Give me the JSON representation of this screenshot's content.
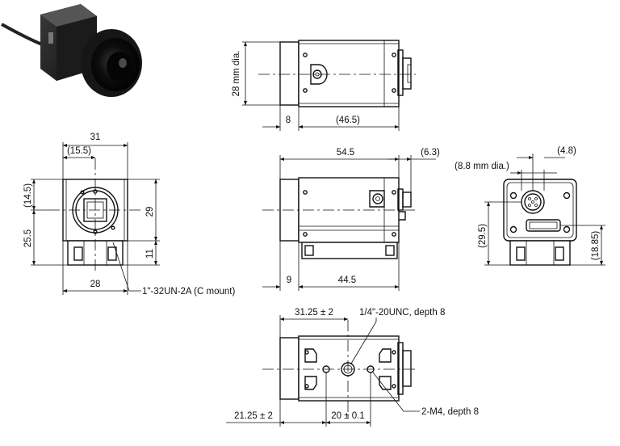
{
  "top_view": {
    "dia_label": "28 mm dia.",
    "dim_left": "8",
    "dim_body": "(46.5)"
  },
  "front_view": {
    "width": "31",
    "half_width": "(15.5)",
    "upper_offset": "(14.5)",
    "lower_height": "25.5",
    "body_height": "29",
    "foot_height": "11",
    "bottom_width": "28",
    "mount_note": "1\"-32UN-2A (C mount)"
  },
  "side_view": {
    "length": "54.5",
    "connector": "(6.3)",
    "lens": "9",
    "body": "44.5"
  },
  "rear_view": {
    "connector_dia": "(8.8 mm dia.)",
    "connector_offset": "(4.8)",
    "height_left": "(29.5)",
    "height_right": "(18.85)"
  },
  "bottom_view": {
    "tripod_pos": "31.25 ± 2",
    "tripod_thread": "1/4\"-20UNC, depth 8",
    "lens_offset": "21.25 ± 2",
    "hole_spacing": "20 ± 0.1",
    "holes": "2-M4, depth 8"
  }
}
